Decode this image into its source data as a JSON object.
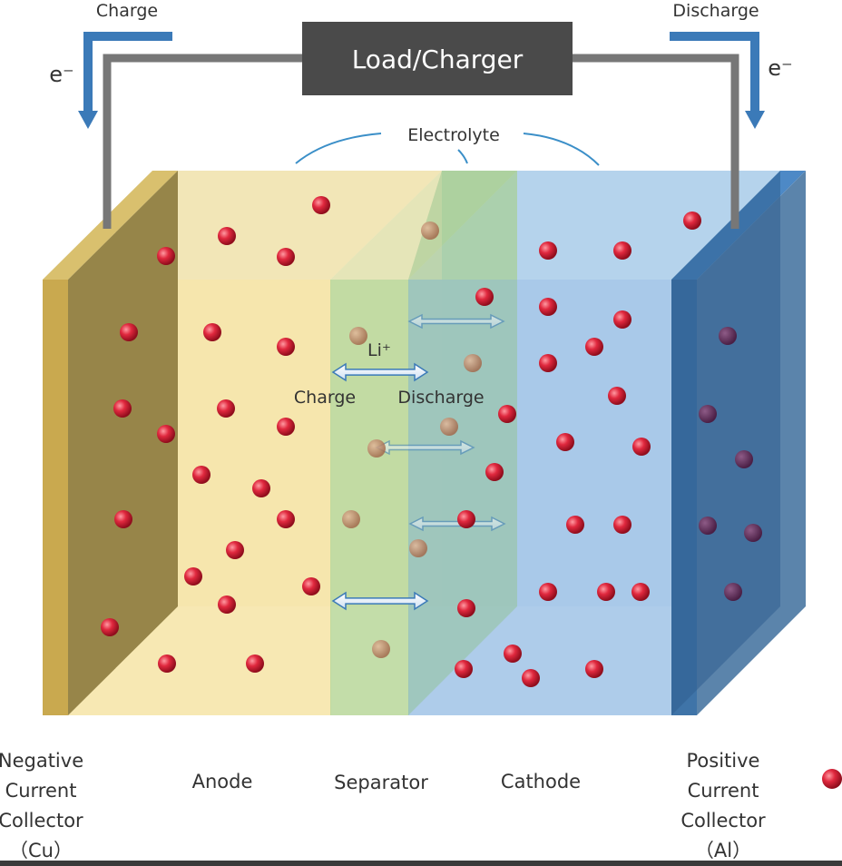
{
  "top": {
    "charge_label": "Charge",
    "discharge_label": "Discharge",
    "electron_left": "e⁻",
    "electron_right": "e⁻",
    "load_charger": "Load/Charger",
    "electrolyte": "Electrolyte"
  },
  "center": {
    "li_ion": "Li⁺",
    "charge": "Charge",
    "discharge": "Discharge"
  },
  "labels": {
    "negative_collector": [
      "Negative",
      "Current",
      "Collector",
      "（Cu）"
    ],
    "anode": "Anode",
    "separator": "Separator",
    "cathode": "Cathode",
    "positive_collector": [
      "Positive",
      "Current",
      "Collector",
      "（Al）"
    ]
  },
  "colors": {
    "copper_collector": "#c9a94f",
    "anode": "#f6e4a6",
    "separator": "#b9d79a",
    "cathode": "#a5c7e8",
    "aluminum_collector": "#3f74a8",
    "wire": "#777777",
    "load_box": "#4a4a4a",
    "electron_arrow": "#3b7ab8",
    "ion": "#d8233a"
  },
  "icons": {
    "ion": "red-sphere",
    "arrow": "double-arrow"
  }
}
